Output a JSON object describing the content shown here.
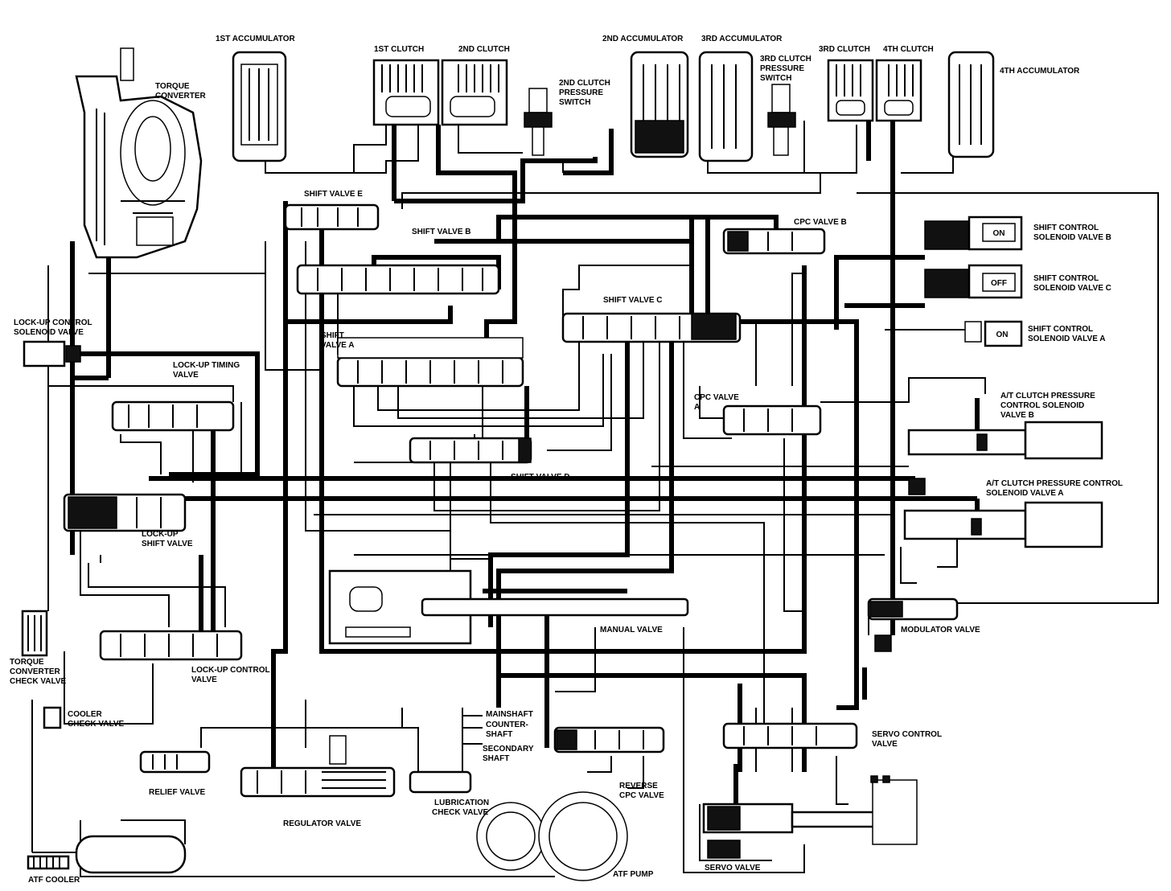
{
  "labels": {
    "accumulator_1st": "1ST ACCUMULATOR",
    "clutch_1st": "1ST CLUTCH",
    "clutch_2nd": "2ND CLUTCH",
    "pressure_switch_2nd": [
      "2ND CLUTCH",
      "PRESSURE",
      "SWITCH"
    ],
    "accumulator_2nd": "2ND ACCUMULATOR",
    "accumulator_3rd": "3RD ACCUMULATOR",
    "pressure_switch_3rd": [
      "3RD CLUTCH",
      "PRESSURE",
      "SWITCH"
    ],
    "clutch_3rd": "3RD CLUTCH",
    "clutch_4th": "4TH CLUTCH",
    "accumulator_4th": "4TH ACCUMULATOR",
    "torque_converter": [
      "TORQUE",
      "CONVERTER"
    ],
    "shift_valve_e": "SHIFT VALVE E",
    "shift_valve_b": "SHIFT VALVE B",
    "cpc_valve_b": "CPC VALVE B",
    "shift_control_solenoid_b": [
      "SHIFT CONTROL",
      "SOLENOID VALVE B"
    ],
    "shift_control_solenoid_c": [
      "SHIFT CONTROL",
      "SOLENOID VALVE C"
    ],
    "shift_control_solenoid_a": [
      "SHIFT CONTROL",
      "SOLENOID VALVE A"
    ],
    "solenoid_b_state": "ON",
    "solenoid_c_state": "OFF",
    "solenoid_a_state": "ON",
    "lockup_control_solenoid": [
      "LOCK-UP CONTROL",
      "SOLENOID VALVE"
    ],
    "shift_valve_c": "SHIFT VALVE C",
    "shift_valve_a": [
      "SHIFT",
      "VALVE A"
    ],
    "lockup_timing_valve": [
      "LOCK-UP TIMING",
      "VALVE"
    ],
    "cpc_valve_a": [
      "CPC VALVE",
      "A"
    ],
    "at_clutch_pressure_solenoid_b": [
      "A/T CLUTCH PRESSURE",
      "CONTROL SOLENOID",
      "VALVE B"
    ],
    "shift_valve_d": "SHIFT VALVE D",
    "at_clutch_pressure_solenoid_a": [
      "A/T CLUTCH PRESSURE CONTROL",
      "SOLENOID VALVE A"
    ],
    "lockup_shift_valve": [
      "LOCK-UP",
      "SHIFT VALVE"
    ],
    "manual_valve": "MANUAL VALVE",
    "modulator_valve": "MODULATOR VALVE",
    "torque_converter_check_valve": [
      "TORQUE",
      "CONVERTER",
      "CHECK VALVE"
    ],
    "lockup_control_valve": [
      "LOCK-UP CONTROL",
      "VALVE"
    ],
    "cooler_check_valve": [
      "COOLER",
      "CHECK VALVE"
    ],
    "mainshaft": "MAINSHAFT",
    "countershaft": [
      "COUNTER-",
      "SHAFT"
    ],
    "secondary_shaft": [
      "SECONDARY",
      "SHAFT"
    ],
    "servo_control_valve": [
      "SERVO CONTROL",
      "VALVE"
    ],
    "relief_valve": "RELIEF VALVE",
    "regulator_valve": "REGULATOR VALVE",
    "lubrication_check_valve": [
      "LUBRICATION",
      "CHECK VALVE"
    ],
    "reverse_cpc_valve": [
      "REVERSE",
      "CPC VALVE"
    ],
    "atf_cooler": "ATF COOLER",
    "atf_pump": "ATF PUMP",
    "servo_valve": "SERVO VALVE"
  }
}
